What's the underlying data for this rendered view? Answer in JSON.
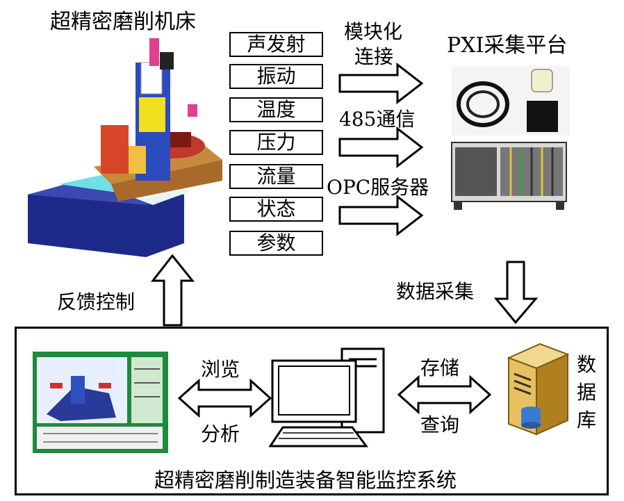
{
  "machine_title": "超精密磨削机床",
  "signals": [
    "声发射",
    "振动",
    "温度",
    "压力",
    "流量",
    "状态",
    "参数"
  ],
  "connections": [
    "模块化\n连接",
    "485通信",
    "OPC服务器"
  ],
  "conn_modular_line1": "模块化",
  "conn_modular_line2": "连接",
  "conn_485": "485通信",
  "conn_opc": "OPC服务器",
  "pxi_title": "PXI采集平台",
  "data_acquisition": "数据采集",
  "feedback_control": "反馈控制",
  "browse": "浏览",
  "analyze": "分析",
  "store": "存储",
  "query": "查询",
  "database": [
    "数",
    "据",
    "库"
  ],
  "system_title": "超精密磨削制造装备智能监控系统"
}
